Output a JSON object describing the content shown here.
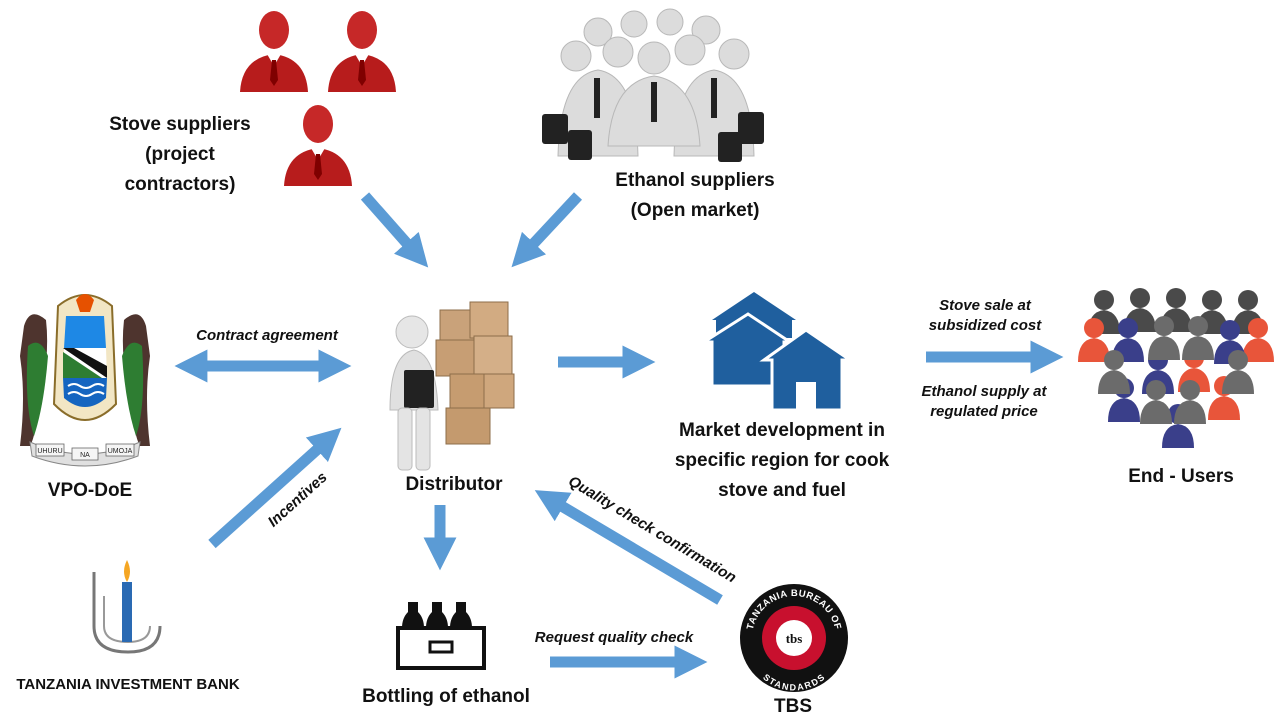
{
  "nodes": {
    "stove_suppliers": "Stove suppliers\n(project\ncontractors)",
    "ethanol_suppliers": "Ethanol suppliers\n(Open market)",
    "vpo_doe": "VPO-DoE",
    "distributor": "Distributor",
    "market_development": "Market development in\nspecific region for cook\nstove and fuel",
    "end_users": "End - Users",
    "bottling": "Bottling of ethanol",
    "tbs": "TBS",
    "tib_logo": "TANZANIA INVESTMENT BANK"
  },
  "edges": {
    "contract_agreement": "Contract agreement",
    "incentives": "Incentives",
    "stove_sale": "Stove sale at\nsubsidized cost",
    "ethanol_supply": "Ethanol supply at\nregulated price",
    "quality_confirmation": "Quality check confirmation",
    "request_quality": "Request quality check"
  },
  "emblems": {
    "coat_of_arms_ribbon": [
      "UHURU",
      "NA",
      "UMOJA"
    ],
    "tbs_ring_top": "TANZANIA BUREAU OF",
    "tbs_ring_bottom": "STANDARDS",
    "tbs_center": "tbs"
  },
  "colors": {
    "arrow": "#5b9bd5",
    "supplier_red": "#c62828",
    "house_blue": "#1f5f9e",
    "tbs_red": "#c8102e"
  }
}
